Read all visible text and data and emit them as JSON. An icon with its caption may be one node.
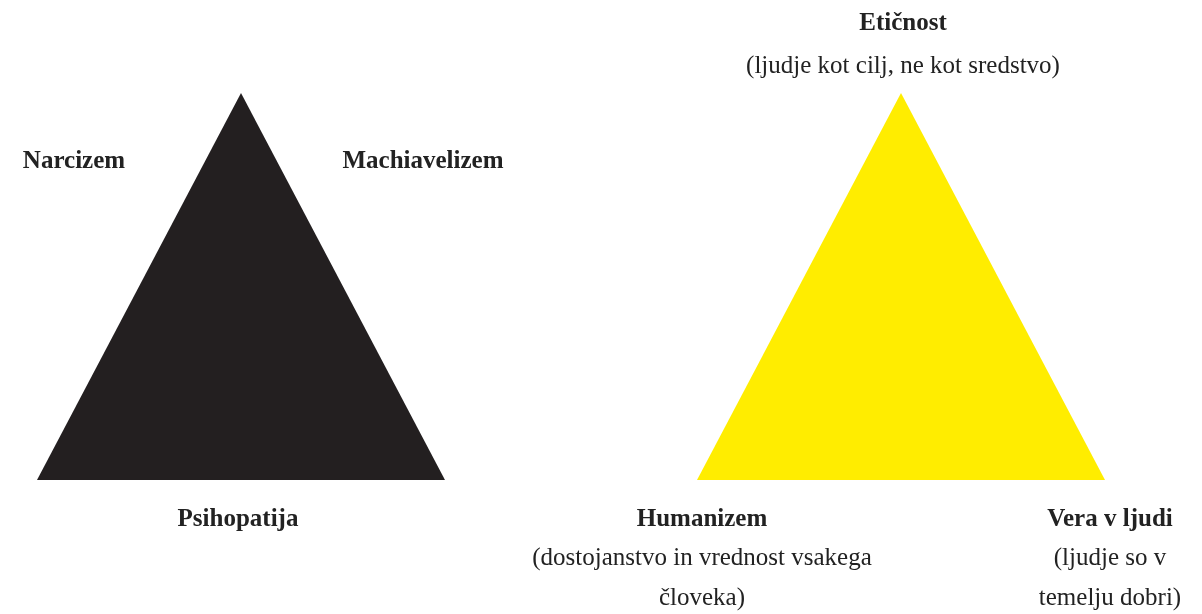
{
  "diagram": {
    "nodes": [
      {
        "text": [],
        "shape": "triangle",
        "beside": [
          "Narcizem",
          "Machiavelizem",
          "Psihopatija"
        ]
      },
      {
        "text": [],
        "shape": "triangle",
        "beside": [
          "Etičnost",
          "(ljudje kot cilj, ne kot sredstvo)",
          "Humanizem",
          "(dostojanstvo in vrednost vsakega človeka)",
          "Vera v ljudi",
          "(ljudje so v temelju dobri)"
        ]
      }
    ]
  }
}
